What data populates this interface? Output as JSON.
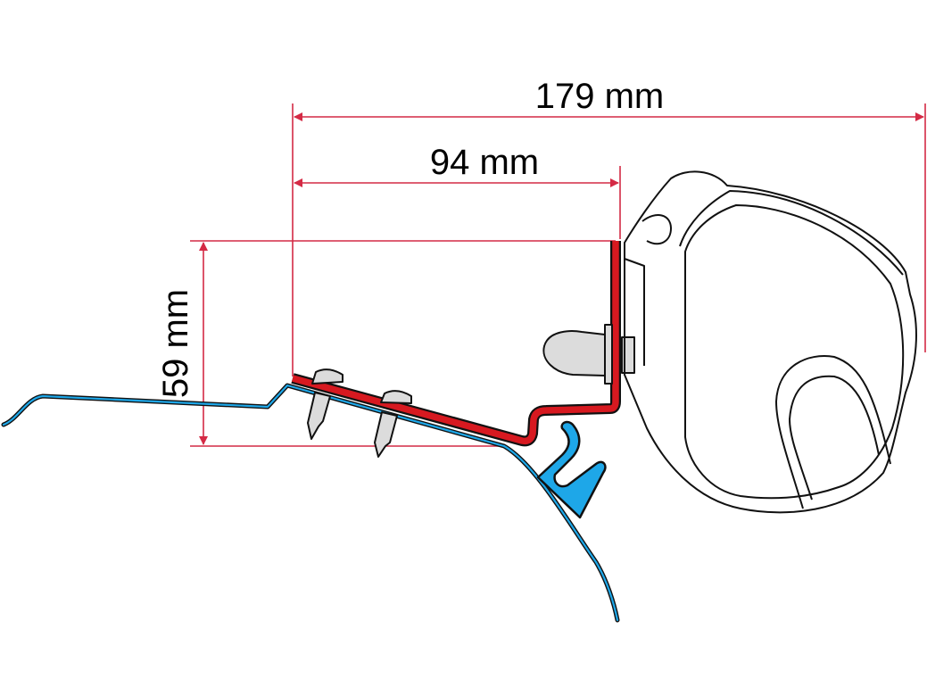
{
  "diagram": {
    "dimensions": {
      "total_width": "179 mm",
      "bracket_width": "94 mm",
      "height": "59 mm"
    },
    "colors": {
      "dimension_line": "#d42a45",
      "bracket": "#d71920",
      "vehicle_profile": "#1ea7e8",
      "hardware": "#dcdcdc",
      "outline": "#111111"
    }
  }
}
